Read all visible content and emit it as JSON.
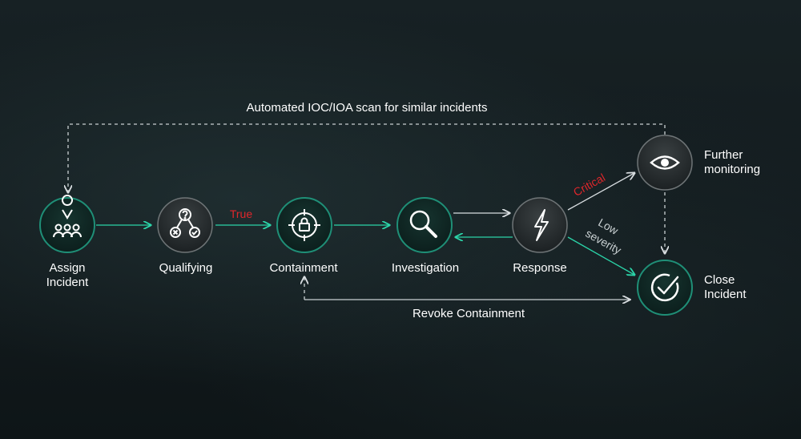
{
  "nodes": {
    "assign": {
      "line1": "Assign",
      "line2": "Incident",
      "icon": "people-location-icon"
    },
    "qualifying": {
      "label": "Qualifying",
      "icon": "question-decision-icon"
    },
    "containment": {
      "label": "Containment",
      "icon": "lock-target-icon"
    },
    "investigation": {
      "label": "Investigation",
      "icon": "magnifier-icon"
    },
    "response": {
      "label": "Response",
      "icon": "lightning-icon"
    },
    "further": {
      "line1": "Further",
      "line2": "monitoring",
      "icon": "eye-icon"
    },
    "close": {
      "line1": "Close",
      "line2": "Incident",
      "icon": "check-circle-icon"
    }
  },
  "edges": {
    "true_label": "True",
    "critical_label": "Critical",
    "low_severity_line1": "Low",
    "low_severity_line2": "severity",
    "auto_scan_label": "Automated IOC/IOA scan for similar incidents",
    "revoke_label": "Revoke Containment"
  },
  "colors": {
    "accent": "#2bd4a8",
    "node_border_green": "#1f8f77",
    "node_fill_dark": "#0f2a27",
    "node_fill_gray": "#2a2f31",
    "critical": "#e0262b",
    "true_label": "#e0262b",
    "dashed": "#c9d0d2"
  }
}
